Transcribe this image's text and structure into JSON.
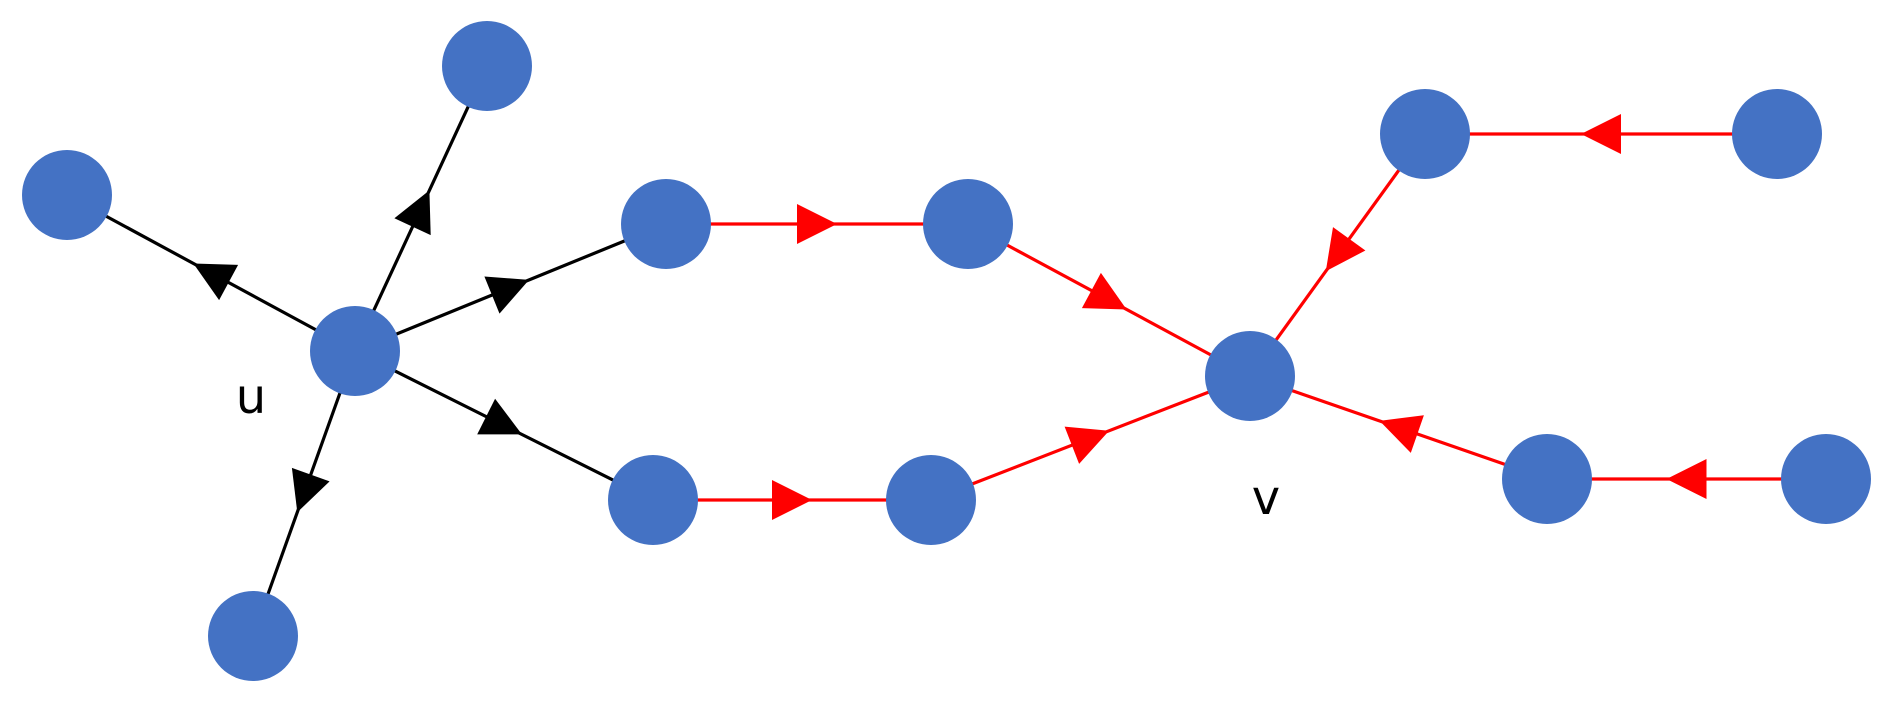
{
  "colors": {
    "node": "#4472C4",
    "edge_default": "#000000",
    "edge_highlight": "#FF0000"
  },
  "labels": {
    "u": "u",
    "v": "v"
  },
  "nodes": [
    {
      "id": "u"
    },
    {
      "id": "a"
    },
    {
      "id": "b"
    },
    {
      "id": "c"
    },
    {
      "id": "d"
    },
    {
      "id": "e"
    },
    {
      "id": "f"
    },
    {
      "id": "g"
    },
    {
      "id": "h"
    },
    {
      "id": "v"
    },
    {
      "id": "i"
    },
    {
      "id": "j"
    },
    {
      "id": "k"
    },
    {
      "id": "l"
    }
  ],
  "edges": [
    {
      "from": "u",
      "to": "a",
      "color": "black"
    },
    {
      "from": "u",
      "to": "b",
      "color": "black"
    },
    {
      "from": "u",
      "to": "c",
      "color": "black"
    },
    {
      "from": "u",
      "to": "d",
      "color": "black"
    },
    {
      "from": "u",
      "to": "e",
      "color": "black"
    },
    {
      "from": "c",
      "to": "f",
      "color": "red"
    },
    {
      "from": "f",
      "to": "v",
      "color": "red"
    },
    {
      "from": "d",
      "to": "g",
      "color": "red"
    },
    {
      "from": "g",
      "to": "v",
      "color": "red"
    },
    {
      "from": "i",
      "to": "v",
      "color": "red"
    },
    {
      "from": "j",
      "to": "i",
      "color": "red"
    },
    {
      "from": "k",
      "to": "v",
      "color": "red"
    },
    {
      "from": "l",
      "to": "k",
      "color": "red"
    }
  ]
}
